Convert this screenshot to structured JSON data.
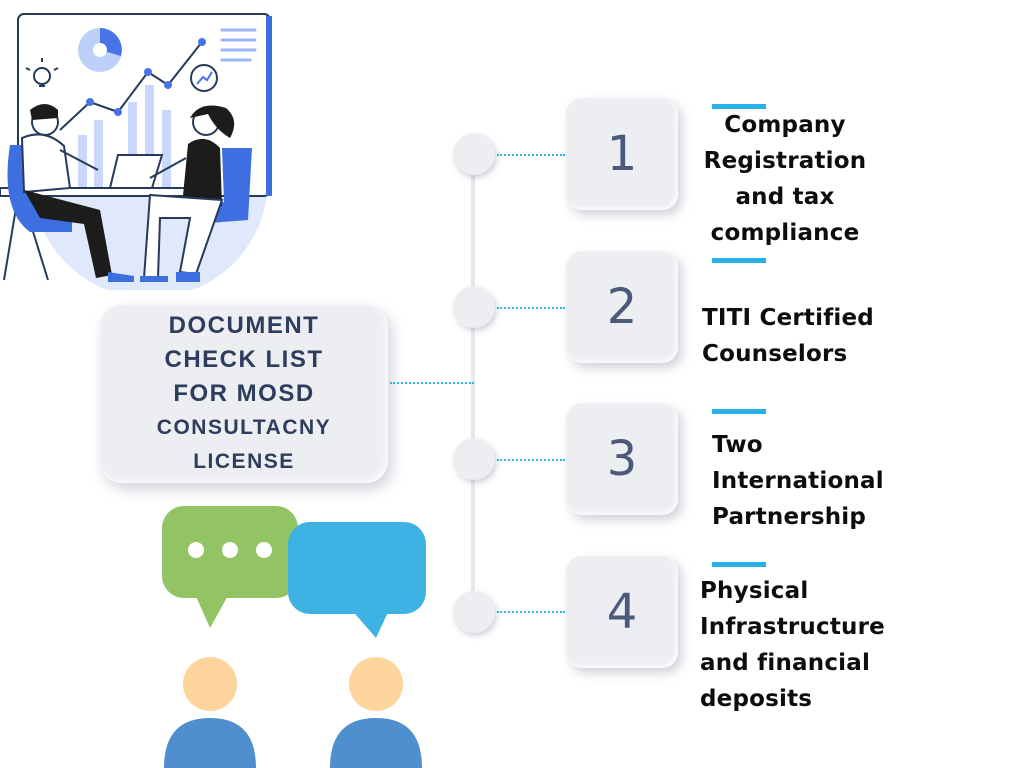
{
  "title": {
    "lines": [
      "DOCUMENT",
      "CHECK LIST",
      "FOR MOSD",
      "CONSULTACNY",
      "LICENSE"
    ]
  },
  "steps": [
    {
      "number": "1",
      "lines": [
        "Company",
        "Registration",
        "and tax",
        "compliance"
      ]
    },
    {
      "number": "2",
      "lines": [
        "TITI Certified",
        "Counselors"
      ]
    },
    {
      "number": "3",
      "lines": [
        "Two",
        "International",
        "Partnership"
      ]
    },
    {
      "number": "4",
      "lines": [
        "Physical",
        "Infrastructure",
        "and financial",
        "deposits"
      ]
    }
  ],
  "colors": {
    "accent": "#2bb1ea",
    "title_text": "#2e3d5e",
    "box_bg": "#eceef2",
    "bubble_green": "#93c463",
    "bubble_blue": "#3fb2e4",
    "person_head": "#fcd49c",
    "person_body": "#4f8fcf"
  },
  "illustrations": {
    "top_left": "business-meeting-illustration",
    "bottom_left": "chat-people-illustration"
  }
}
